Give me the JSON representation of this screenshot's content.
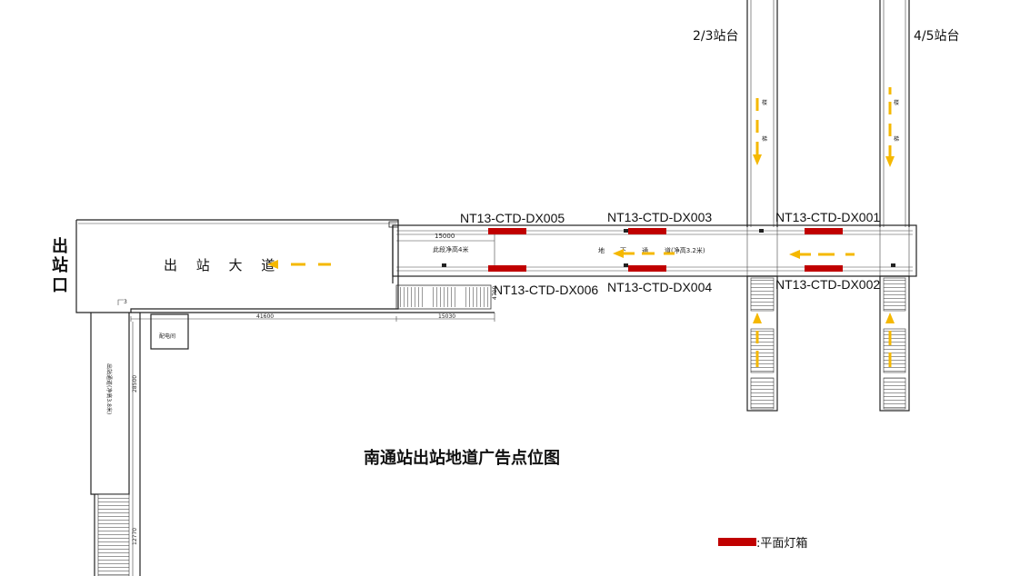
{
  "colors": {
    "lightbox": "#c00000",
    "arrow": "#f5b800",
    "line": "#222222"
  },
  "platforms": {
    "left": "2/3站台",
    "right": "4/5站台"
  },
  "exit": {
    "label": "出站口",
    "label_chars": [
      "出",
      "站",
      "口"
    ],
    "avenue": "出 站 大 道"
  },
  "title": "南通站出站地道广告点位图",
  "legend": {
    "label": ":平面灯箱"
  },
  "ad_points": [
    {
      "id": "NT13-CTD-DX005"
    },
    {
      "id": "NT13-CTD-DX003"
    },
    {
      "id": "NT13-CTD-DX001"
    },
    {
      "id": "NT13-CTD-DX006"
    },
    {
      "id": "NT13-CTD-DX004"
    },
    {
      "id": "NT13-CTD-DX002"
    }
  ],
  "annotations": {
    "dim_15000": "15000",
    "section_note": "此段净高4米",
    "tunnel_a": "地",
    "tunnel_b": "下",
    "tunnel_c": "通",
    "tunnel_d": "道(净高3.2米)",
    "dim_41600": "41600",
    "dim_15030": "15030",
    "dim_4700": "4700",
    "power_room": "配电间",
    "exit_passage": "出站通道(净高3.8米)",
    "dim_28500": "28500",
    "dim_12770": "12770",
    "mark_3": "3",
    "left_stair_a": "楼",
    "left_stair_b": "梯",
    "right_stair_a": "楼",
    "right_stair_b": "梯"
  }
}
